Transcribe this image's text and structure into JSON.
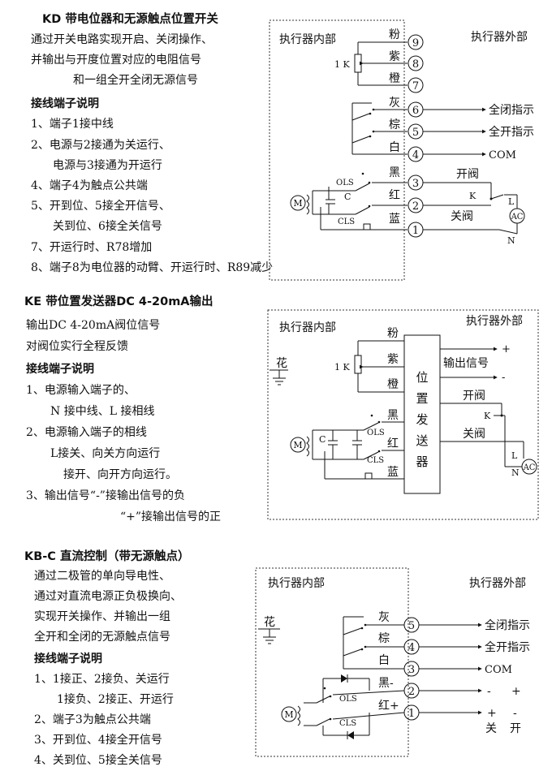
{
  "kd": {
    "title": "KD 带电位器和无源触点位置开关",
    "desc": [
      "通过开关电路实现开启、关闭操作、",
      "并输出与开度位置对应的电阻信号",
      "和一组全开全闭无源信号"
    ],
    "subtitle": "接线端子说明",
    "notes": [
      "1、端子1接中线",
      "2、电源与2接通为关运行、",
      "电源与3接通为开运行",
      "4、端子4为触点公共端",
      "5、开到位、5接全开信号、",
      "关到位、6接全关信号",
      "7、开运行时、R78增加",
      "8、端子8为电位器的动臂、开运行时、R89减少"
    ],
    "inside": "执行器内部",
    "outside": "执行器外部",
    "pot": "1 K",
    "wires": [
      "粉",
      "紫",
      "橙",
      "灰",
      "棕",
      "白",
      "黑",
      "红",
      "蓝"
    ],
    "terms": [
      "9",
      "8",
      "7",
      "6",
      "5",
      "4",
      "3",
      "2",
      "1"
    ],
    "signals": [
      "全闭指示",
      "全开指示",
      "COM"
    ],
    "ols": "OLS",
    "cls": "CLS",
    "cap": "C",
    "motor": "M",
    "open_valve": "开阀",
    "close_valve": "关阀",
    "k": "K",
    "l": "L",
    "n": "N",
    "ac": "AC"
  },
  "ke": {
    "title": "KE 带位置发送器DC 4-20mA输出",
    "desc": [
      "输出DC 4-20mA阀位信号",
      "对阀位实行全程反馈"
    ],
    "subtitle": "接线端子说明",
    "notes": [
      "1、电源输入端子的、",
      "N 接中线、L 接相线",
      "2、电源输入端子的相线",
      "L接关、向关方向运行",
      "接开、向开方向运行。",
      "3、输出信号“-”接输出信号的负",
      "“+”接输出信号的正"
    ],
    "inside": "执行器内部",
    "outside": "执行器外部",
    "ground": "花",
    "pot": "1 K",
    "wires": [
      "粉",
      "紫",
      "橙",
      "黑",
      "红",
      "蓝"
    ],
    "transmitter": [
      "位",
      "置",
      "发",
      "送",
      "器"
    ],
    "output_signal": "输出信号",
    "plus": "+",
    "minus": "-",
    "ols": "OLS",
    "cls": "CLS",
    "cap": "C",
    "motor": "M",
    "open_valve": "开阀",
    "close_valve": "关阀",
    "k": "K",
    "l": "L",
    "n": "N",
    "ac": "AC"
  },
  "kbc": {
    "title": "KB-C 直流控制（带无源触点）",
    "desc": [
      "通过二极管的单向导电性、",
      "通过对直流电源正负极换向、",
      "实现开关操作、并输出一组",
      "全开和全闭的无源触点信号"
    ],
    "subtitle": "接线端子说明",
    "notes": [
      "1、1接正、2接负、关运行",
      "1接负、2接正、开运行",
      "2、端子3为触点公共端",
      "3、开到位、4接全开信号",
      "4、关到位、5接全关信号"
    ],
    "inside": "执行器内部",
    "outside": "执行器外部",
    "ground": "花",
    "wires": [
      "灰",
      "棕",
      "白",
      "黑-",
      "红+"
    ],
    "terms": [
      "5",
      "4",
      "3",
      "2",
      "1"
    ],
    "signals": [
      "全闭指示",
      "全开指示",
      "COM"
    ],
    "ols": "OLS",
    "cls": "CLS",
    "motor": "M",
    "polarity_top": [
      "-",
      "+"
    ],
    "polarity_bottom": [
      "+",
      "-"
    ],
    "close": "关",
    "open": "开"
  }
}
